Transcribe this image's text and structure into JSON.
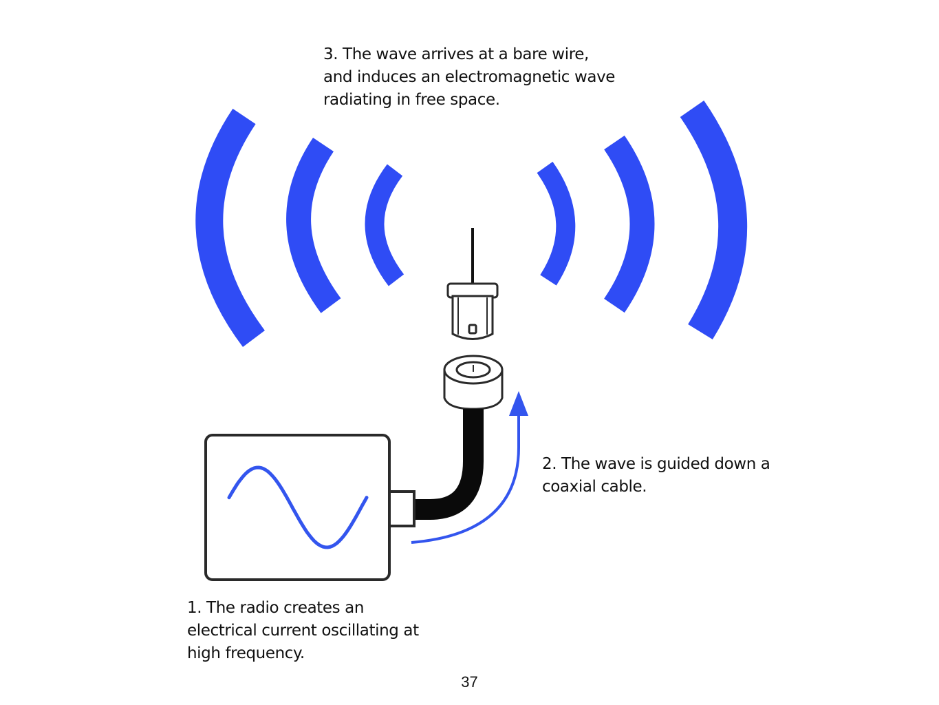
{
  "captions": {
    "step3": {
      "lines": [
        "3. The wave arrives at a bare wire,",
        "and induces an electromagnetic wave",
        "radiating in free space."
      ]
    },
    "step2": {
      "lines": [
        "2. The wave is guided down a",
        "coaxial cable."
      ]
    },
    "step1": {
      "lines": [
        "1. The radio creates an",
        "electrical current oscillating at",
        "high frequency."
      ]
    }
  },
  "page_number": "37",
  "colors": {
    "wave": "#2f4cf5",
    "signal": "#3355ee",
    "outline": "#2a2a2a",
    "cable": "#0a0a0a"
  },
  "icons": [
    "radio-box",
    "sine-wave-icon",
    "coaxial-cable",
    "bnc-connector",
    "antenna-wire",
    "radiating-waves",
    "up-arrow-icon"
  ]
}
